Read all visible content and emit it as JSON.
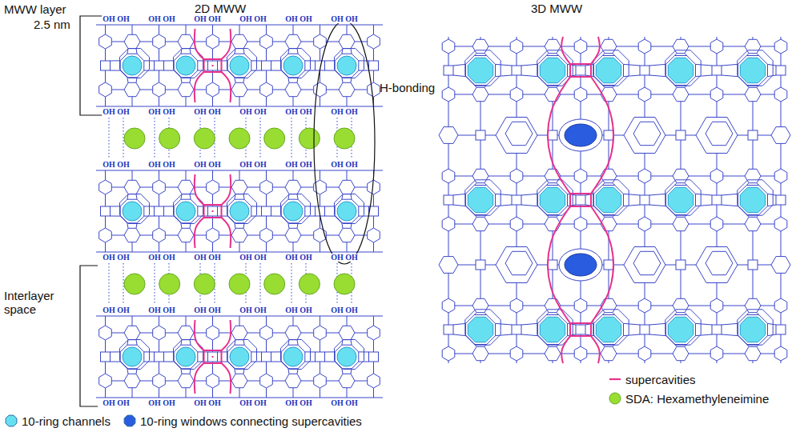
{
  "diagram": {
    "labels": [
      "MWW layer",
      "2D MWW",
      "3D MWW",
      "2.5 nm",
      "OH OH",
      "OH OH",
      "OH OH",
      "OH OH",
      "OH OH",
      "OH OH",
      "OH OH",
      "OH OH",
      "OH OH",
      "OH OH",
      "OH OH",
      "OH OH",
      "OH OH",
      "OH OH",
      "OH OH",
      "OH OH",
      "OH OH",
      "OH OH",
      "OH OH",
      "OH OH",
      "OH OH",
      "OH OH",
      "OH OH",
      "OH OH",
      "OH OH",
      "OH OH",
      "OH OH",
      "OH OH",
      "OH OH",
      "OH OH",
      "OH OH",
      "OH OH",
      "OH OH",
      "OH OH",
      "OH OH",
      "OH OH",
      "H-bonding",
      "Interlayer space"
    ],
    "legend": [
      {
        "text": "supercavities"
      },
      {
        "text": "SDA: Hexamethyleneimine",
        "color": "#99dd33"
      },
      {
        "text": "10-ring channels",
        "color": "#66e0f0"
      },
      {
        "text": "10-ring windows connecting supercavities",
        "color": "#2a5ce0"
      }
    ]
  }
}
